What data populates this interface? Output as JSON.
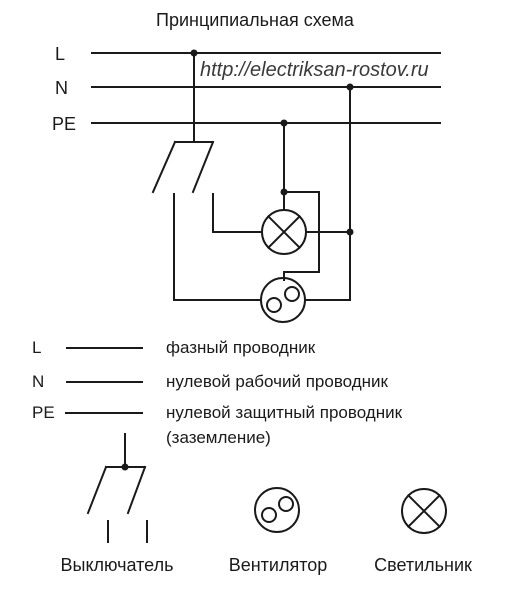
{
  "title": "Принципиальная схема",
  "watermark": "http://electriksan-rostov.ru",
  "bus_labels": {
    "l": "L",
    "n": "N",
    "pe": "PE"
  },
  "legend": [
    {
      "code": "L",
      "text": "фазный проводник"
    },
    {
      "code": "N",
      "text": "нулевой рабочий проводник"
    },
    {
      "code": "PE",
      "text": "нулевой защитный проводник",
      "text2": "(заземление)"
    }
  ],
  "symbols": {
    "switch": "Выключатель",
    "fan": "Вентилятор",
    "lamp": "Светильник"
  }
}
